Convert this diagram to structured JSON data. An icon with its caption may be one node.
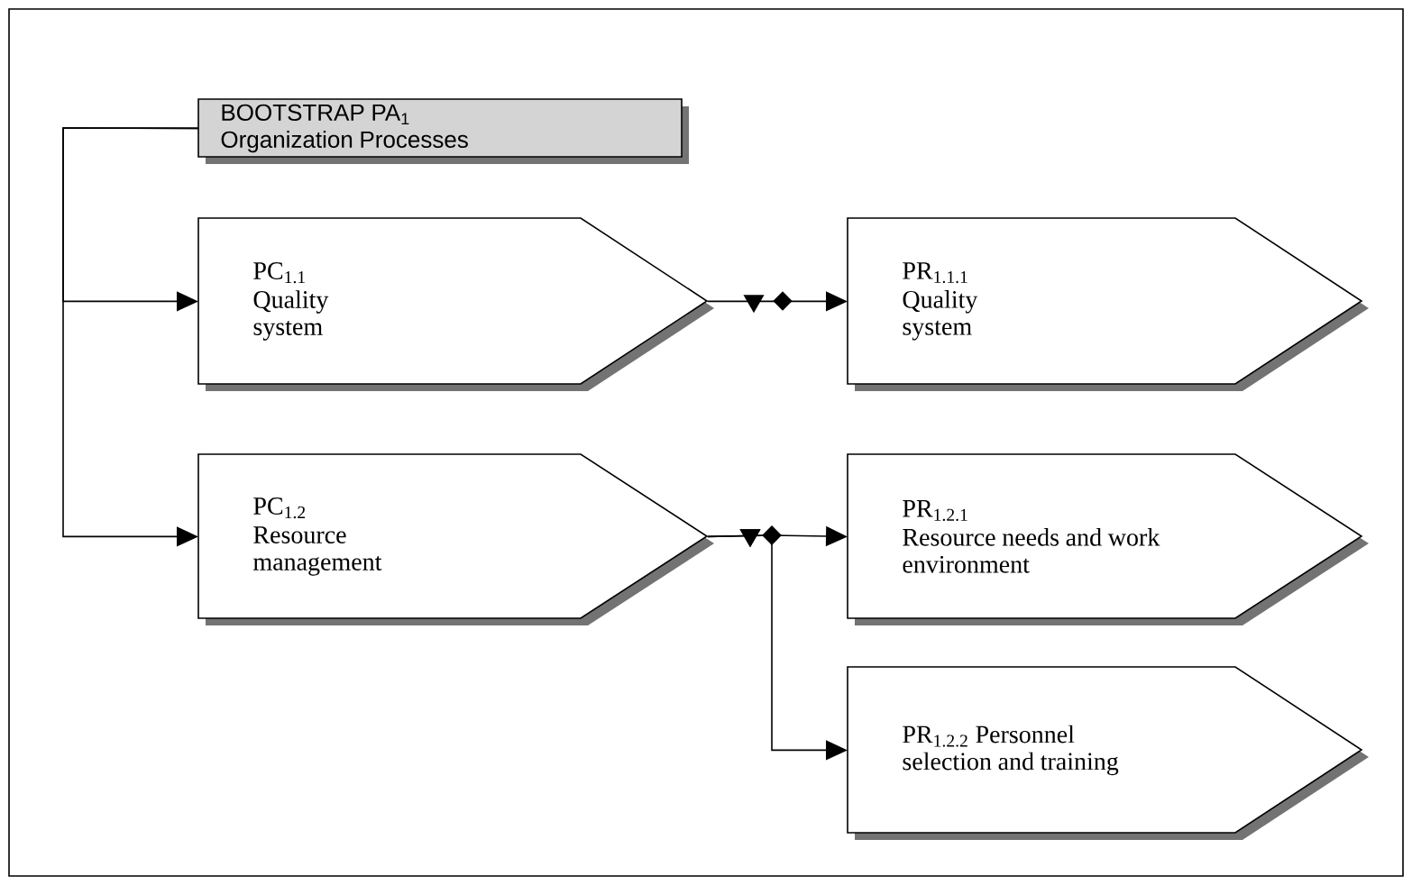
{
  "diagram": {
    "nodes": [
      {
        "text": [
          "BOOTSTRAP PA$_{1}$",
          "Organization Processes"
        ]
      },
      {
        "text": [
          "PC$_{1.1}$",
          "Quality system"
        ]
      },
      {
        "text": [
          "PC$_{1.2}$",
          "Resource management"
        ]
      },
      {
        "text": [
          "PR$_{1.1.1}$",
          "Quality system"
        ]
      },
      {
        "text": [
          "PR$_{1.2.1}$",
          "Resource needs and work environment"
        ]
      },
      {
        "text": [
          "PR$_{1.2.2}$ Personnel selection and training"
        ]
      }
    ],
    "edges": [
      {
        "from": 0,
        "to": 1,
        "arrow": "to"
      },
      {
        "from": 0,
        "to": 2,
        "arrow": "to"
      },
      {
        "from": 1,
        "to": 3,
        "arrow": "to"
      },
      {
        "from": 2,
        "to": 4,
        "arrow": "to"
      },
      {
        "from": 2,
        "to": 5,
        "arrow": "to"
      }
    ]
  }
}
